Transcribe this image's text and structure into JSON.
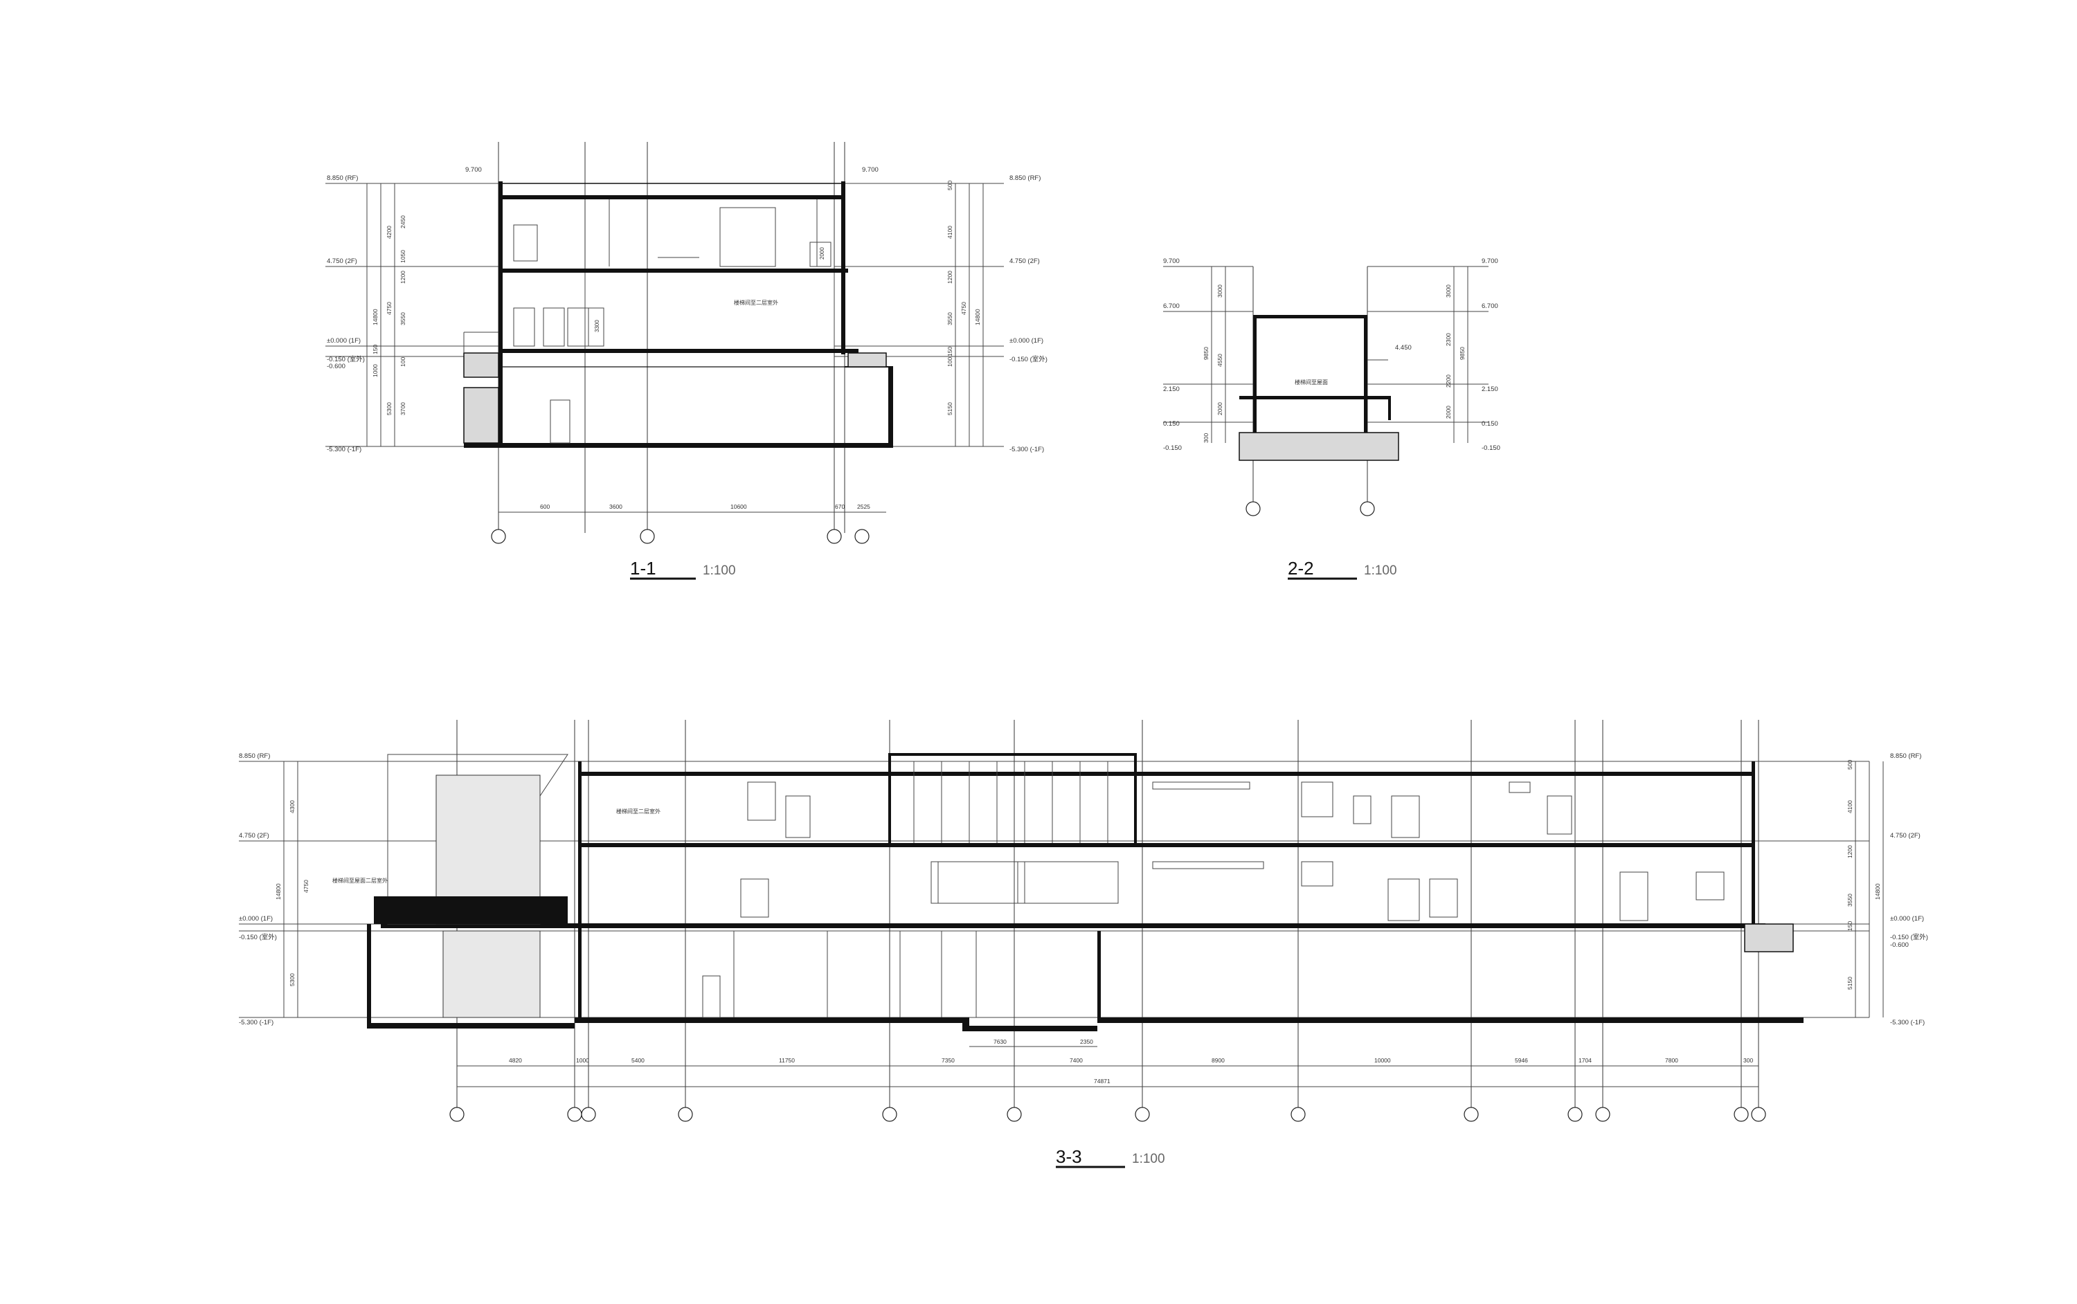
{
  "sections": {
    "s11": {
      "title": "1-1",
      "scale": "1:100",
      "left_levels": [
        "8.850 (RF)",
        "4.750 (2F)",
        "±0.000 (1F)",
        "-0.150 (室外)",
        "-0.600",
        "-5.300 (-1F)"
      ],
      "right_levels": [
        "8.850 (RF)",
        "4.750 (2F)",
        "±0.000 (1F)",
        "-0.150 (室外)",
        "-5.300 (-1F)"
      ],
      "top_marks": [
        "9.700",
        "9.700"
      ],
      "left_dims": [
        "4200",
        "4750",
        "5300",
        "2450",
        "1050",
        "3550",
        "1200",
        "150",
        "100",
        "1000",
        "3700",
        "14800"
      ],
      "right_dims": [
        "4100",
        "4750",
        "5150",
        "3550",
        "1200",
        "150",
        "100",
        "500",
        "14800"
      ],
      "bottom_dims": [
        "600",
        "3600",
        "10600",
        "670",
        "2525"
      ],
      "labels": [
        "楼梯间至二层室外",
        "3300",
        "2000"
      ]
    },
    "s22": {
      "title": "2-2",
      "scale": "1:100",
      "left_levels": [
        "9.700",
        "6.700",
        "2.150",
        "0.150",
        "-0.150"
      ],
      "right_levels": [
        "9.700",
        "6.700",
        "4.450",
        "2.150",
        "0.150",
        "-0.150"
      ],
      "left_dims": [
        "3000",
        "4550",
        "2000",
        "300",
        "9850"
      ],
      "right_dims": [
        "3000",
        "2300",
        "2200",
        "2000",
        "9850"
      ],
      "labels": [
        "楼梯间至屋面"
      ]
    },
    "s33": {
      "title": "3-3",
      "scale": "1:100",
      "left_levels": [
        "8.850 (RF)",
        "4.750 (2F)",
        "±0.000 (1F)",
        "-0.150 (室外)",
        "-5.300 (-1F)"
      ],
      "right_levels": [
        "8.850 (RF)",
        "4.750 (2F)",
        "±0.000 (1F)",
        "-0.150 (室外)",
        "-0.600",
        "-5.300 (-1F)"
      ],
      "left_dims": [
        "4300",
        "4750",
        "5300",
        "14800"
      ],
      "right_dims": [
        "500",
        "4100",
        "1200",
        "3550",
        "150",
        "5150",
        "14800"
      ],
      "bottom_dims": [
        "4820",
        "1000",
        "5400",
        "11750",
        "7350",
        "7400",
        "8900",
        "10000",
        "5946",
        "1704",
        "7800",
        "300"
      ],
      "sub_dims": [
        "7630",
        "2350"
      ],
      "total": "74871",
      "labels": [
        "楼梯间至二层室外",
        "楼梯间至屋面二层室外"
      ]
    }
  }
}
